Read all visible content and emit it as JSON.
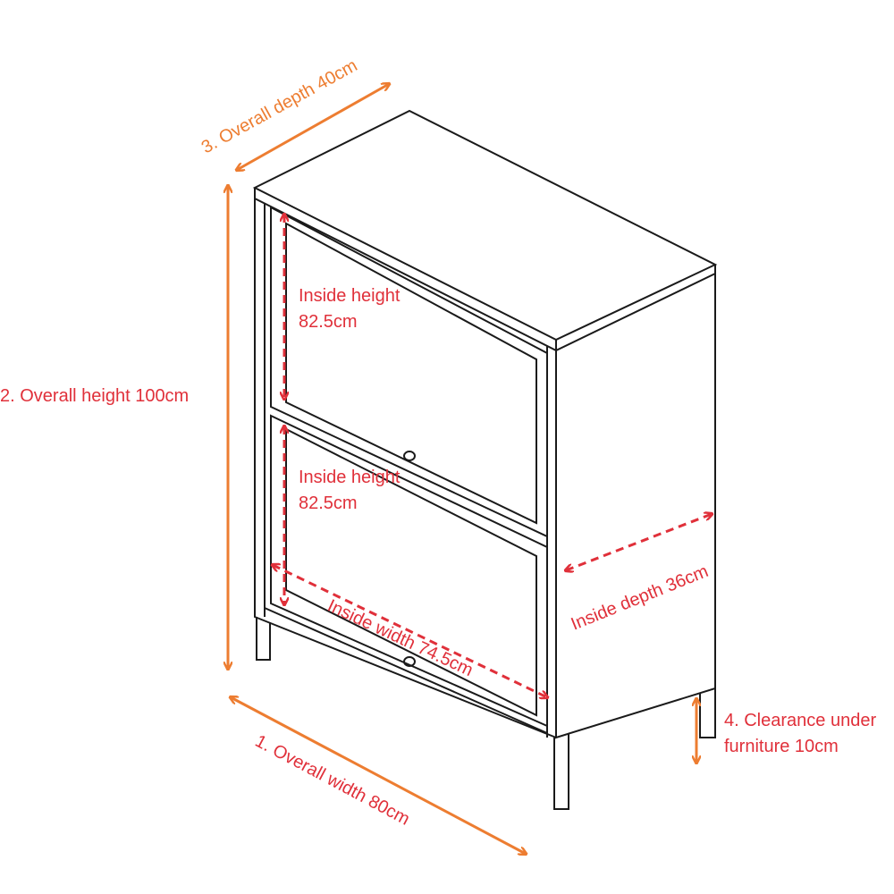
{
  "colors": {
    "overall": "#ED7D31",
    "inside": "#E0303A",
    "line": "#1a1a1a"
  },
  "labels": {
    "overall_depth": "3. Overall depth 40cm",
    "overall_height": "2.  Overall height 100cm",
    "overall_width": "1.  Overall width 80cm",
    "clearance_line1": "4. Clearance under",
    "clearance_line2": "furniture 10cm",
    "inside_height_top_1": "Inside height",
    "inside_height_top_2": "82.5cm",
    "inside_height_bottom_1": "Inside height",
    "inside_height_bottom_2": "82.5cm",
    "inside_width": "Inside width 74.5cm",
    "inside_depth": "Inside depth 36cm"
  }
}
